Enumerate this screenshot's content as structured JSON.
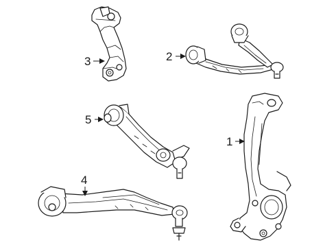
{
  "callouts": [
    {
      "id": "1",
      "label": "1",
      "part": "steering-knuckle"
    },
    {
      "id": "2",
      "label": "2",
      "part": "upper-control-arm"
    },
    {
      "id": "3",
      "label": "3",
      "part": "bracket"
    },
    {
      "id": "4",
      "label": "4",
      "part": "lower-control-arm"
    },
    {
      "id": "5",
      "label": "5",
      "part": "tension-strut"
    }
  ]
}
